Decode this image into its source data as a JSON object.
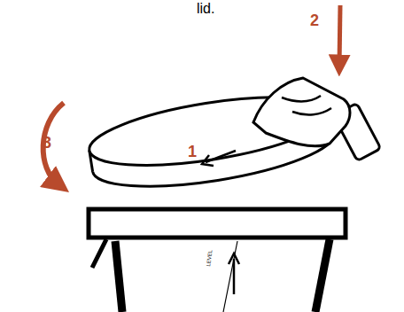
{
  "diagram": {
    "labels": [
      "lid.",
      "2",
      "3",
      "1",
      "LEVEL"
    ]
  }
}
